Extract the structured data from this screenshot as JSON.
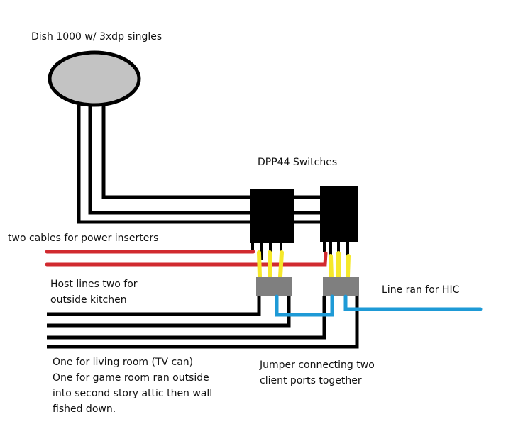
{
  "labels": {
    "dish": "Dish 1000 w/ 3xdp singles",
    "switches": "DPP44 Switches",
    "power": "two cables for power inserters",
    "host_line1": "Host lines two for",
    "host_line2": "outside kitchen",
    "hic": "Line ran for HIC",
    "rooms": [
      "One for living room (TV can)",
      "One for game room ran outside",
      "into second story attic then wall",
      "fished down."
    ],
    "jumper": [
      "Jumper connecting two",
      "client ports together"
    ]
  },
  "colors": {
    "cable": "#000000",
    "dish_fill": "#c3c3c3",
    "switch": "#000000",
    "power": "#d12a2f",
    "connector": "#f5e82a",
    "block": "#7f7f7f",
    "jumper": "#1e9ad6"
  },
  "components": [
    {
      "id": "dish",
      "type": "satellite dish",
      "label": "Dish 1000 w/ 3xdp singles"
    },
    {
      "id": "switch-1",
      "type": "DPP44 switch"
    },
    {
      "id": "switch-2",
      "type": "DPP44 switch"
    }
  ]
}
